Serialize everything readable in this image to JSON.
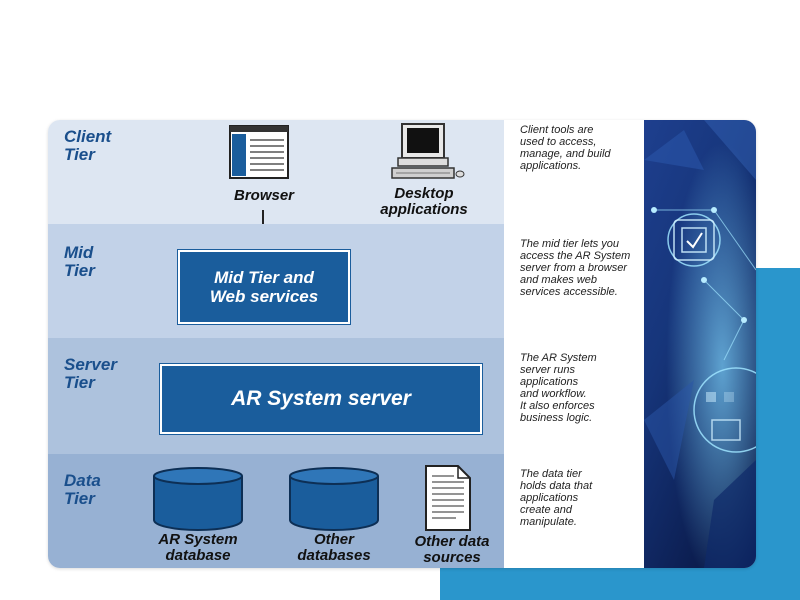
{
  "tiers": {
    "client": {
      "label_line1": "Client",
      "label_line2": "Tier"
    },
    "mid": {
      "label_line1": "Mid",
      "label_line2": "Tier"
    },
    "server": {
      "label_line1": "Server",
      "label_line2": "Tier"
    },
    "data": {
      "label_line1": "Data",
      "label_line2": "Tier"
    }
  },
  "client": {
    "browser_label": "Browser",
    "desktop_label_line1": "Desktop",
    "desktop_label_line2": "applications"
  },
  "mid": {
    "box_line1": "Mid Tier and",
    "box_line2": "Web services"
  },
  "server": {
    "box_label": "AR System server"
  },
  "data": {
    "ar_db_line1": "AR System",
    "ar_db_line2": "database",
    "other_db_line1": "Other",
    "other_db_line2": "databases",
    "other_src_line1": "Other data",
    "other_src_line2": "sources"
  },
  "descriptions": {
    "client": [
      "Client tools are",
      "used to access,",
      "manage, and build",
      "applications."
    ],
    "mid": [
      "The mid tier lets you",
      "access the AR System",
      "server from a browser",
      "and makes web",
      "services accessible."
    ],
    "server": [
      "The AR System",
      "server runs",
      "applications",
      "and workflow.",
      "It also enforces",
      "business logic."
    ],
    "data": [
      "The data tier",
      "holds data that",
      "applications",
      "create and",
      "manipulate."
    ]
  },
  "colors": {
    "tier_label": "#1a4f8c",
    "box_fill": "#1a5d9c",
    "corner_accent": "#2a96cc"
  }
}
